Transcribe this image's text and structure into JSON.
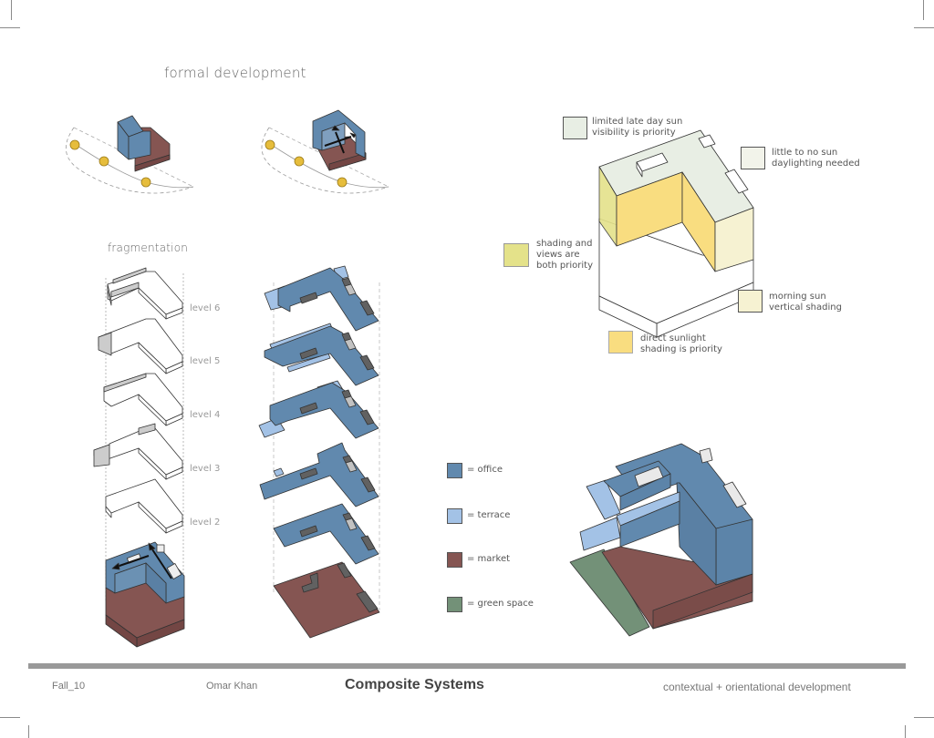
{
  "sections": {
    "formal_development": "formal development",
    "fragmentation": "fragmentation"
  },
  "levels": [
    "level 6",
    "level 5",
    "level 4",
    "level 3",
    "level 2"
  ],
  "sun_study": {
    "notes": [
      {
        "id": "late-day",
        "lines": [
          "limited late day  sun",
          "visibility is priority"
        ],
        "color": "#e8eee4"
      },
      {
        "id": "no-sun",
        "lines": [
          "little to no sun",
          "daylighting needed"
        ],
        "color": "#f2f3ea"
      },
      {
        "id": "shading-views",
        "lines": [
          "shading and",
          "views are",
          "both priority"
        ],
        "color": "#e4e28a"
      },
      {
        "id": "morning-sun",
        "lines": [
          "morning sun",
          "vertical shading"
        ],
        "color": "#f6f2d2"
      },
      {
        "id": "direct-sun",
        "lines": [
          "direct sunlight",
          "shading is priority"
        ],
        "color": "#f9dd80"
      }
    ]
  },
  "legend": [
    {
      "label": "= office",
      "color": "#6189ae"
    },
    {
      "label": "= terrace",
      "color": "#a3c2e6"
    },
    {
      "label": "= market",
      "color": "#855552"
    },
    {
      "label": "= green space",
      "color": "#739178"
    }
  ],
  "colors": {
    "office": "#6189ae",
    "terrace": "#a3c2e6",
    "market": "#855552",
    "green": "#739178",
    "sun": "#e6bd3c",
    "core_dark": "#616161",
    "core_light": "#c2c2c2"
  },
  "footer": {
    "semester": "Fall_10",
    "author": "Omar Khan",
    "title": "Composite Systems",
    "subtitle": "contextual + orientational development"
  }
}
